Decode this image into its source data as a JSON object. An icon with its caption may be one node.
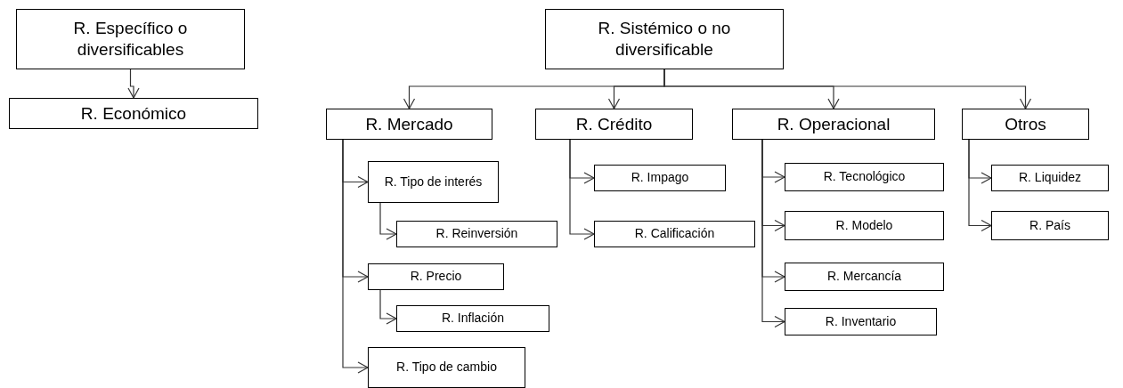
{
  "diagram": {
    "nodes": [
      {
        "text": [
          "R. Específico o diversificables"
        ]
      },
      {
        "text": [
          "R. Económico"
        ]
      },
      {
        "text": [
          "R. Sistémico o no diversificable"
        ]
      },
      {
        "text": [
          "R. Mercado"
        ]
      },
      {
        "text": [
          "R. Crédito"
        ]
      },
      {
        "text": [
          "R. Operacional"
        ]
      },
      {
        "text": [
          "Otros"
        ]
      },
      {
        "text": [
          "R. Tipo de interés"
        ]
      },
      {
        "text": [
          "R. Reinversión"
        ]
      },
      {
        "text": [
          "R. Precio"
        ]
      },
      {
        "text": [
          "R. Inflación"
        ]
      },
      {
        "text": [
          "R. Tipo de cambio"
        ]
      },
      {
        "text": [
          "R. Impago"
        ]
      },
      {
        "text": [
          "R. Calificación"
        ]
      },
      {
        "text": [
          "R. Tecnológico"
        ]
      },
      {
        "text": [
          "R. Modelo"
        ]
      },
      {
        "text": [
          "R. Mercancía"
        ]
      },
      {
        "text": [
          "R. Inventario"
        ]
      },
      {
        "text": [
          "R. Liquidez"
        ]
      },
      {
        "text": [
          "R. País"
        ]
      }
    ],
    "edges": [
      {
        "from": 0,
        "to": 1,
        "arrow": "to"
      },
      {
        "from": 2,
        "to": 3,
        "arrow": "to"
      },
      {
        "from": 2,
        "to": 4,
        "arrow": "to"
      },
      {
        "from": 2,
        "to": 5,
        "arrow": "to"
      },
      {
        "from": 2,
        "to": 6,
        "arrow": "to"
      },
      {
        "from": 3,
        "to": 7,
        "arrow": "to"
      },
      {
        "from": 7,
        "to": 8,
        "arrow": "to"
      },
      {
        "from": 3,
        "to": 9,
        "arrow": "to"
      },
      {
        "from": 9,
        "to": 10,
        "arrow": "to"
      },
      {
        "from": 3,
        "to": 11,
        "arrow": "to"
      },
      {
        "from": 4,
        "to": 12,
        "arrow": "to"
      },
      {
        "from": 4,
        "to": 13,
        "arrow": "to"
      },
      {
        "from": 5,
        "to": 14,
        "arrow": "to"
      },
      {
        "from": 5,
        "to": 15,
        "arrow": "to"
      },
      {
        "from": 5,
        "to": 16,
        "arrow": "to"
      },
      {
        "from": 5,
        "to": 17,
        "arrow": "to"
      },
      {
        "from": 6,
        "to": 18,
        "arrow": "to"
      },
      {
        "from": 6,
        "to": 19,
        "arrow": "to"
      }
    ]
  }
}
